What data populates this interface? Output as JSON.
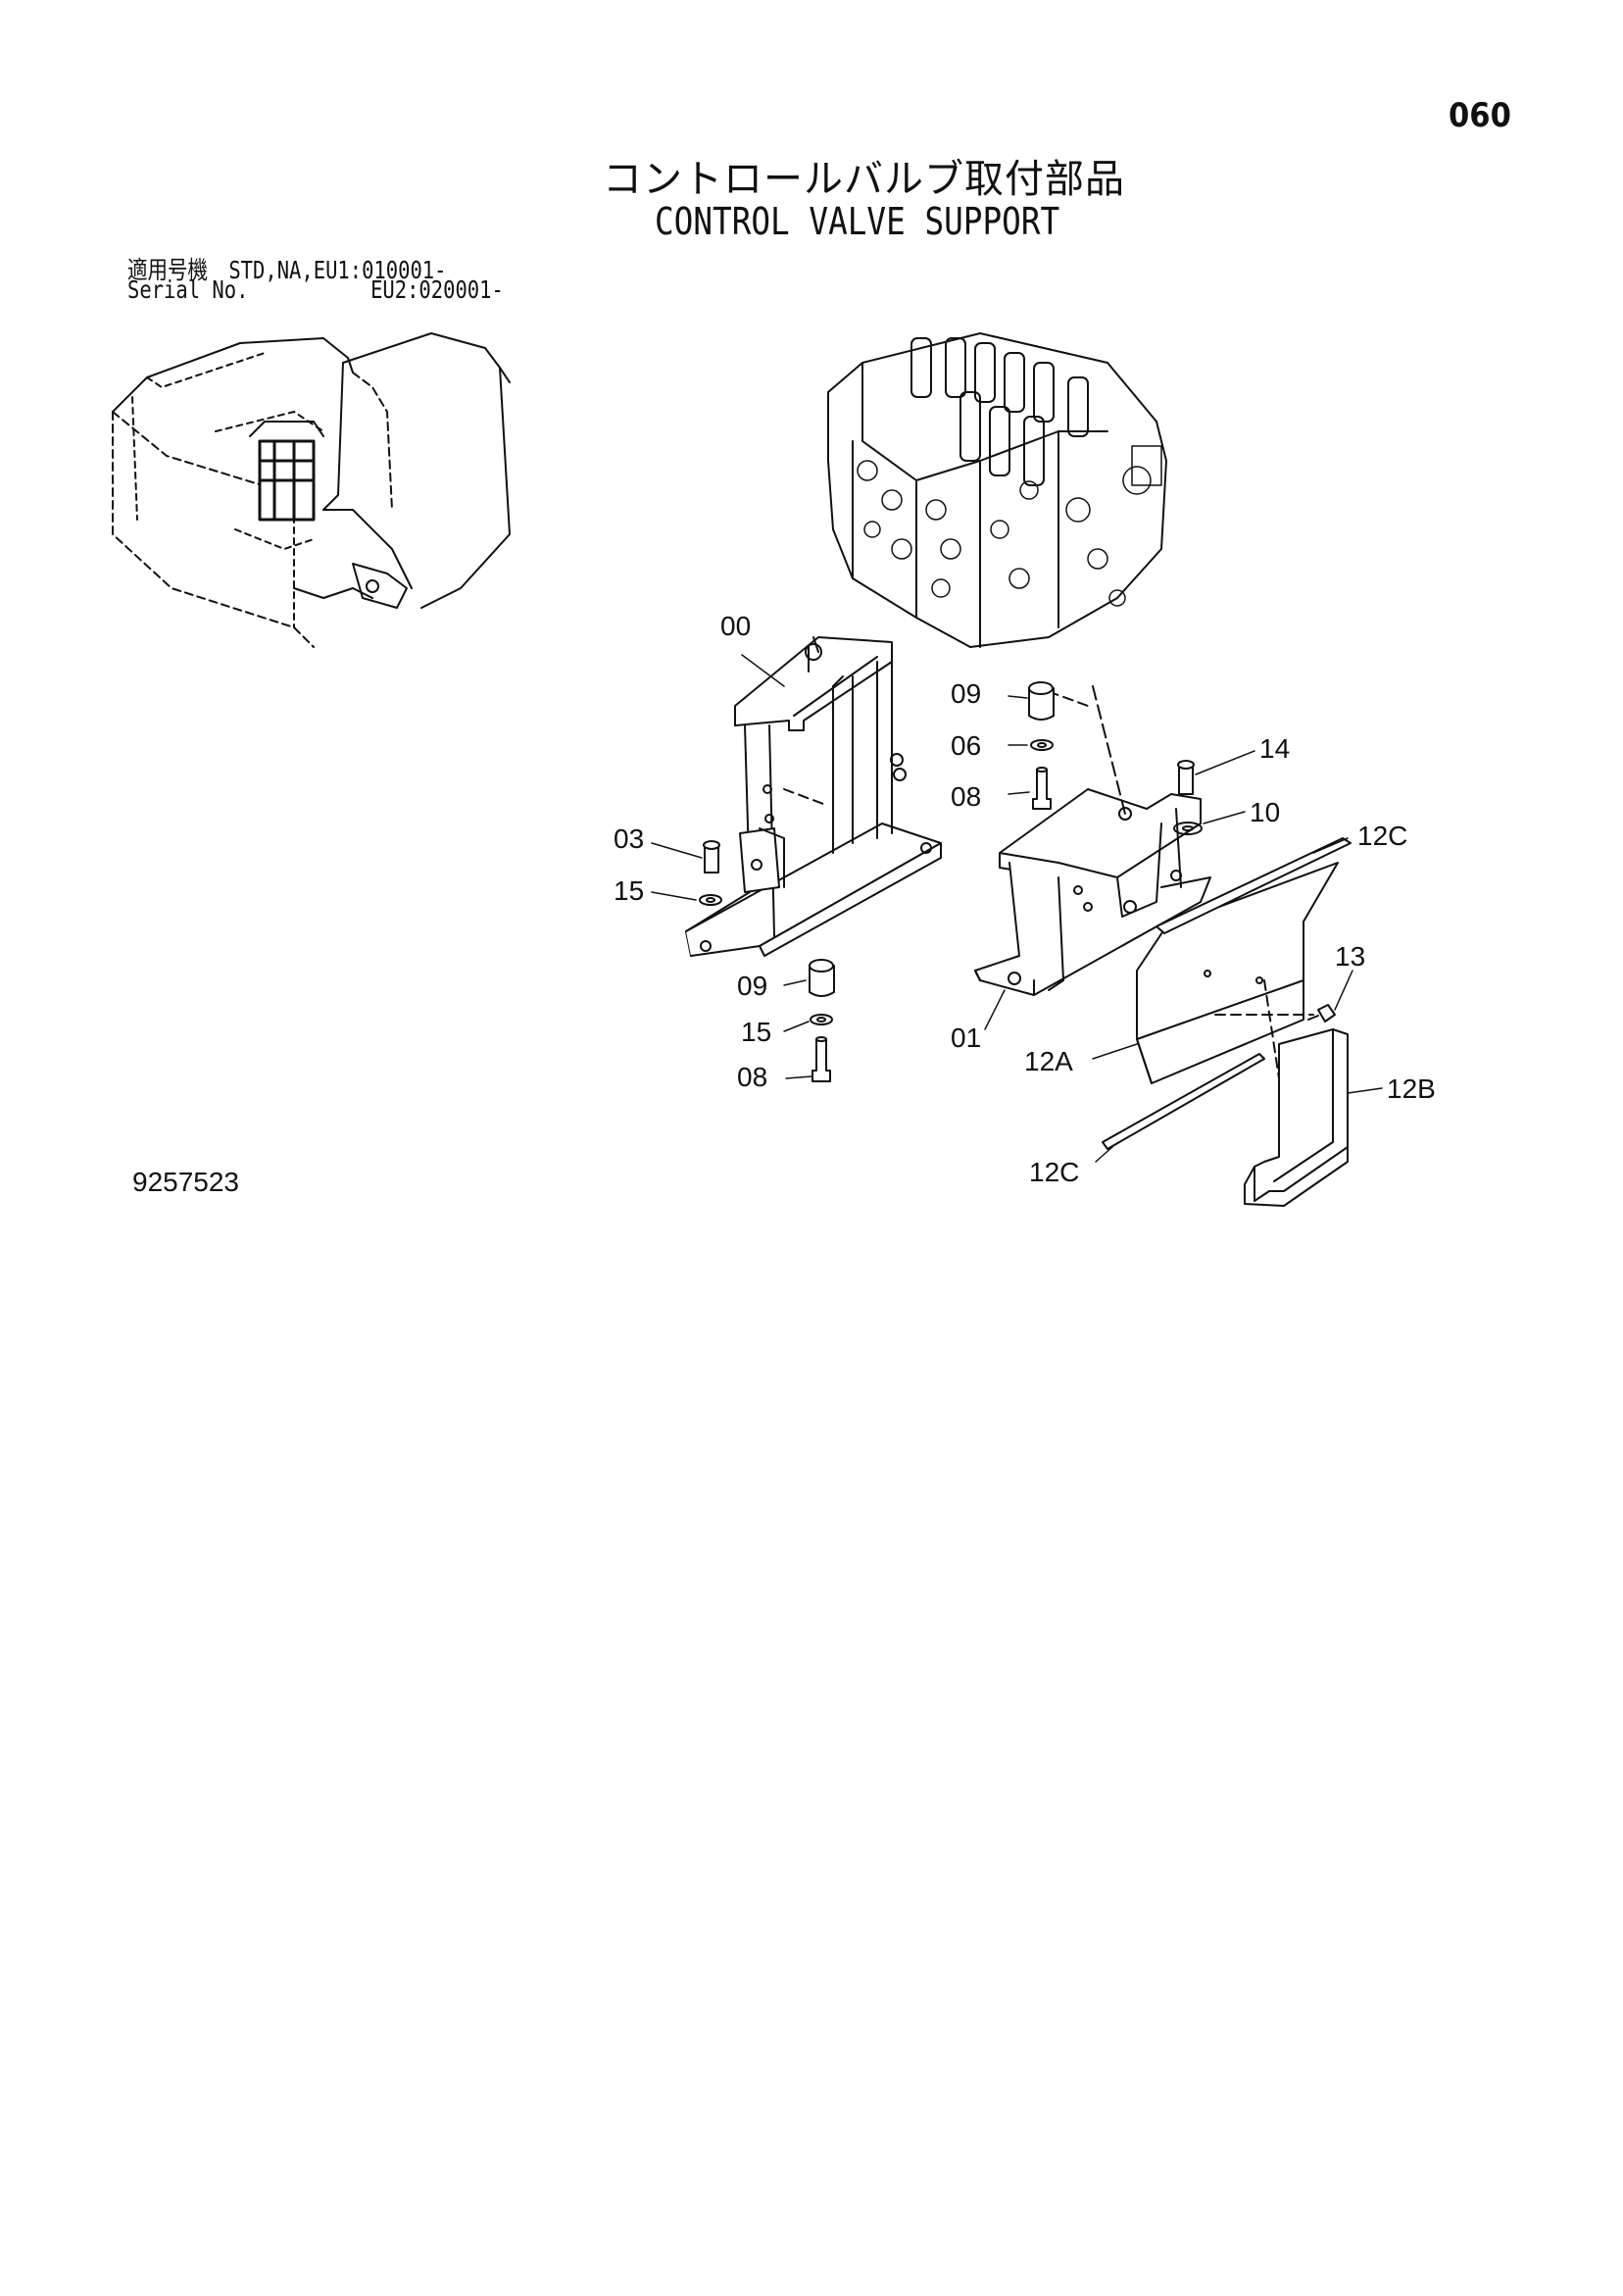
{
  "page_number": "060",
  "title_jp": "コントロールバルブ取付部品",
  "title_en": "CONTROL VALVE SUPPORT",
  "serial": {
    "label_jp": "適用号機",
    "label_en": "Serial No.",
    "line1": "STD,NA,EU1:010001-",
    "line2": "EU2:020001-"
  },
  "drawing_number": "9257523",
  "callouts": {
    "c00": "00",
    "c01": "01",
    "c03": "03",
    "c06": "06",
    "c08a": "08",
    "c08b": "08",
    "c09a": "09",
    "c09b": "09",
    "c10": "10",
    "c12a": "12A",
    "c12b": "12B",
    "c12c_top": "12C",
    "c12c_bot": "12C",
    "c13": "13",
    "c14": "14",
    "c15a": "15",
    "c15b": "15"
  }
}
